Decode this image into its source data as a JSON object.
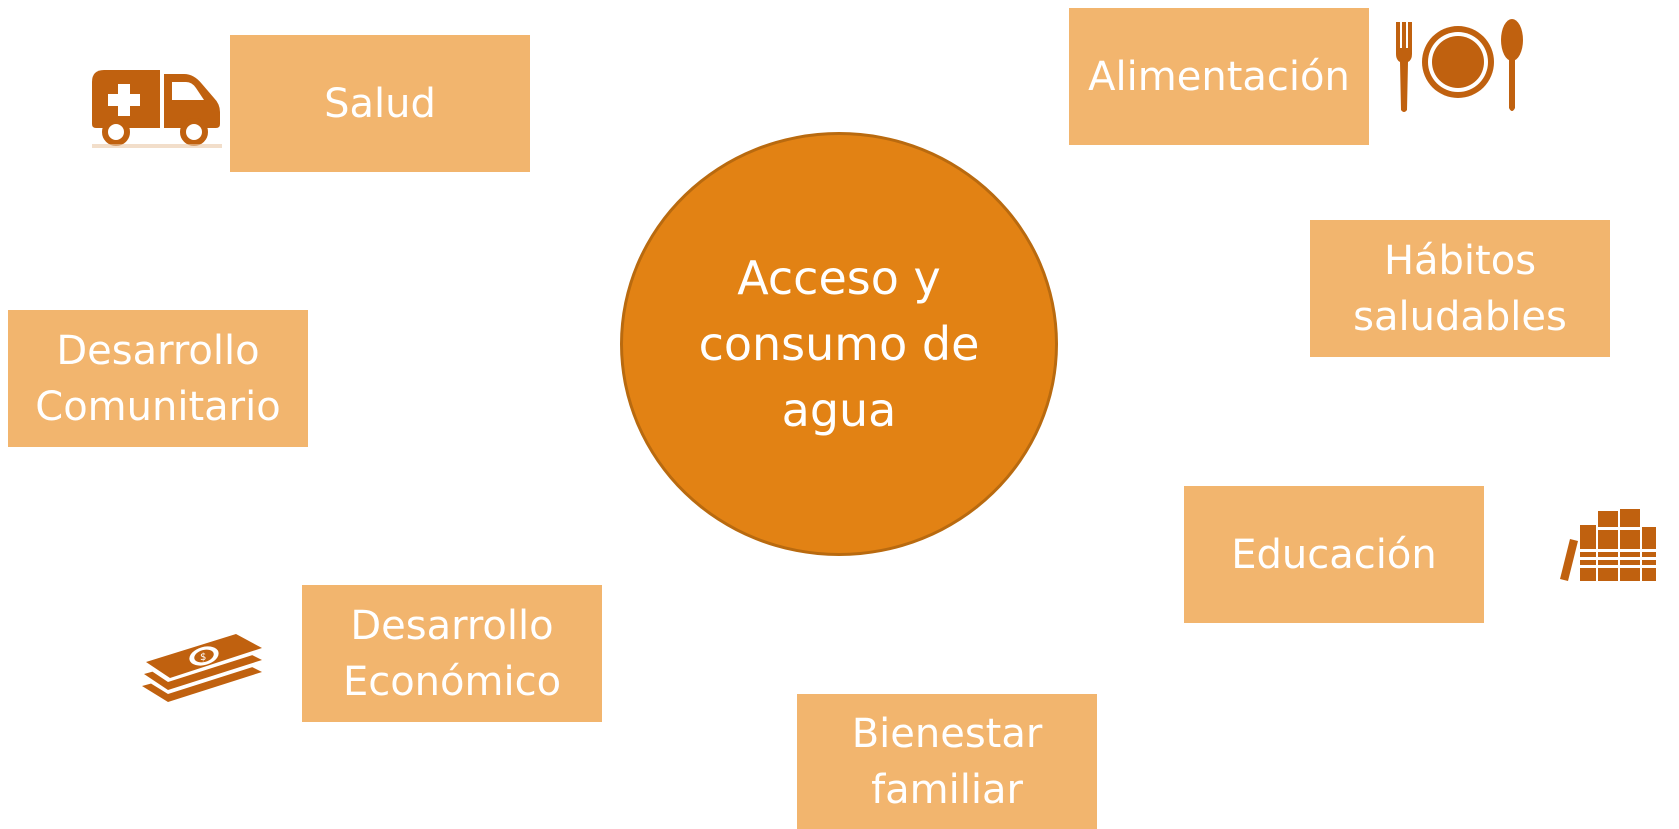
{
  "diagram": {
    "center": {
      "label": "Acceso y\nconsumo de\nagua"
    },
    "nodes": {
      "salud": "Salud",
      "alimentacion": "Alimentación",
      "habitos": "Hábitos\nsaludables",
      "desarrollo_comunitario": "Desarrollo\nComunitario",
      "educacion": "Educación",
      "desarrollo_economico": "Desarrollo\nEconómico",
      "bienestar": "Bienestar\nfamiliar"
    },
    "icons": [
      "ambulance-icon",
      "cutlery-plate-icon",
      "books-icon",
      "money-stack-icon"
    ],
    "colors": {
      "box": "#F2B56E",
      "center": "#E28214",
      "icon": "#C0610F",
      "text": "#FFFFFF"
    }
  }
}
